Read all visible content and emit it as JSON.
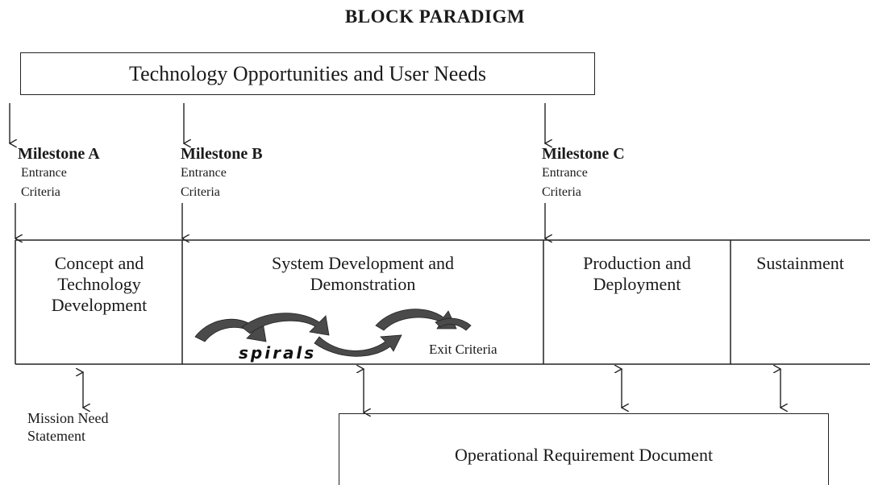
{
  "title": "BLOCK PARADIGM",
  "top_box": "Technology Opportunities and User Needs",
  "milestones": [
    {
      "label": "Milestone A",
      "sub1": "Entrance",
      "sub2": "Criteria"
    },
    {
      "label": "Milestone B",
      "sub1": "Entrance",
      "sub2": "Criteria"
    },
    {
      "label": "Milestone C",
      "sub1": "Entrance",
      "sub2": "Criteria"
    }
  ],
  "phases": [
    {
      "line1": "Concept and",
      "line2": "Technology",
      "line3": "Development"
    },
    {
      "line1": "System Development and",
      "line2": "Demonstration"
    },
    {
      "line1": "Production and",
      "line2": "Deployment"
    },
    {
      "line1": "Sustainment"
    }
  ],
  "spirals_label": "spirals",
  "exit_criteria": "Exit Criteria",
  "mission_need": {
    "line1": "Mission Need",
    "line2": "Statement"
  },
  "ord_box": "Operational Requirement Document",
  "colors": {
    "ink": "#1a1a1a",
    "arrow_fill": "#4a4a4a",
    "background": "#ffffff"
  }
}
